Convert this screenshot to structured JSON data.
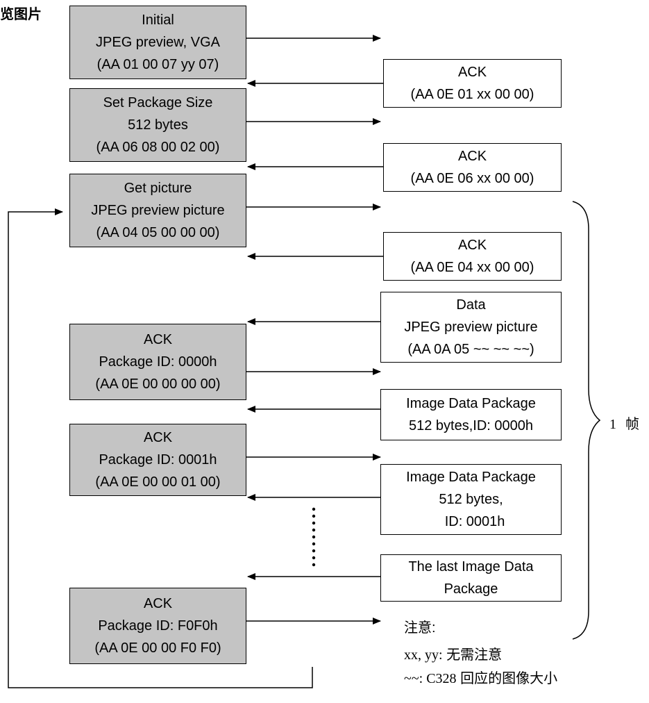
{
  "title": "览图片",
  "host_boxes": [
    {
      "lines": [
        "Initial",
        "JPEG preview, VGA",
        "(AA 01 00 07 yy 07)"
      ]
    },
    {
      "lines": [
        "Set Package Size",
        "512 bytes",
        "(AA 06 08 00 02 00)"
      ]
    },
    {
      "lines": [
        "Get picture",
        "JPEG preview picture",
        "(AA 04 05 00 00 00)"
      ]
    },
    {
      "lines": [
        "ACK",
        "Package ID: 0000h",
        "(AA 0E 00 00 00 00)"
      ]
    },
    {
      "lines": [
        "ACK",
        "Package ID: 0001h",
        "(AA 0E 00 00 01 00)"
      ]
    },
    {
      "lines": [
        "ACK",
        "Package ID: F0F0h",
        "(AA 0E 00 00 F0 F0)"
      ]
    }
  ],
  "camera_boxes": [
    {
      "lines": [
        "ACK",
        "(AA 0E 01 xx 00 00)"
      ]
    },
    {
      "lines": [
        "ACK",
        "(AA 0E 06 xx 00 00)"
      ]
    },
    {
      "lines": [
        "ACK",
        "(AA 0E 04 xx 00 00)"
      ]
    },
    {
      "lines": [
        "Data",
        "JPEG preview picture",
        "(AA 0A 05 ~~ ~~ ~~)"
      ]
    },
    {
      "lines": [
        "Image Data Package",
        "512 bytes,ID: 0000h"
      ]
    },
    {
      "lines": [
        "Image Data Package",
        "512 bytes,",
        "  ID: 0001h"
      ]
    },
    {
      "lines": [
        "The last Image Data",
        "Package"
      ]
    }
  ],
  "brace_label": {
    "number": "1",
    "unit": "帧"
  },
  "notes": {
    "heading": "注意:",
    "line1_code": "xx, yy:",
    "line1_text": "无需注意",
    "line2_code": "~~: C328",
    "line2_text": "回应的图像大小"
  }
}
